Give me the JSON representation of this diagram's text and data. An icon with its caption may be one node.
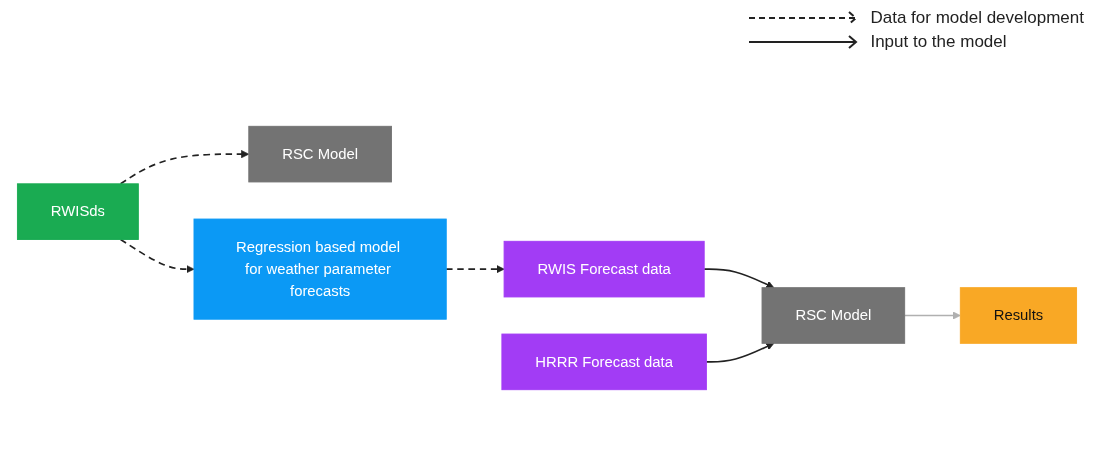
{
  "diagram": {
    "nodes": [
      {
        "text": [
          "RWISds"
        ]
      },
      {
        "text": [
          "RSC Model"
        ]
      },
      {
        "text": [
          "Regression based model for weather parameter forecasts"
        ]
      },
      {
        "text": [
          "RSC Model"
        ]
      },
      {
        "text": [
          "Results"
        ]
      },
      {
        "text": [
          "RWIS Forecast data"
        ]
      },
      {
        "text": [
          "HRRR Forecast data"
        ]
      }
    ],
    "edges": [
      {
        "from": 0,
        "to": 1,
        "arrow": "to",
        "style": "dashed"
      },
      {
        "from": 0,
        "to": 2,
        "arrow": "to",
        "style": "dashed"
      },
      {
        "from": 2,
        "to": 5,
        "arrow": "to",
        "style": "dashed"
      },
      {
        "from": 5,
        "to": 3,
        "arrow": "to"
      },
      {
        "from": 6,
        "to": 3,
        "arrow": "to"
      },
      {
        "from": 3,
        "to": 4,
        "arrow": "to",
        "color": "#b0b0b0"
      }
    ],
    "legend": [
      {
        "text": "Data for model development"
      },
      {
        "text": "Input to the model"
      }
    ]
  }
}
